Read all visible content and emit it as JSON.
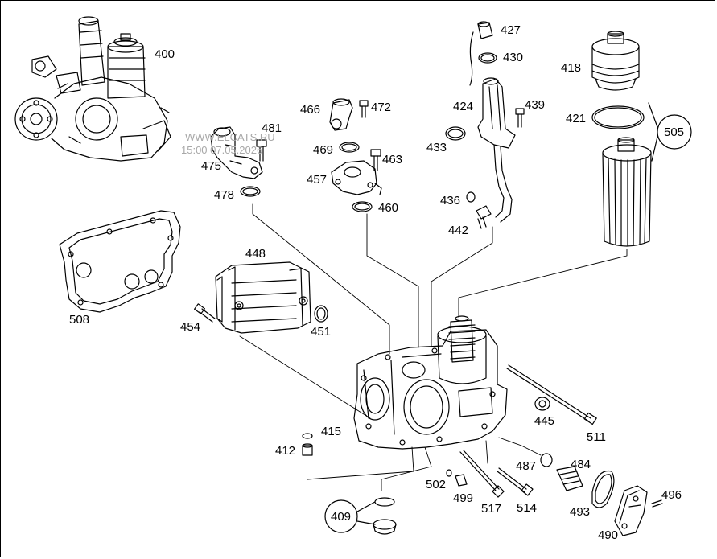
{
  "watermark": {
    "site": "WWW.ELCATS.RU",
    "date": "15:00 07.05.2026"
  },
  "callouts": {
    "400": "400",
    "427": "427",
    "430": "430",
    "418": "418",
    "424": "424",
    "439": "439",
    "421": "421",
    "505": "505",
    "466": "466",
    "472": "472",
    "433": "433",
    "481": "481",
    "469": "469",
    "463": "463",
    "475": "475",
    "457": "457",
    "436": "436",
    "478": "478",
    "460": "460",
    "442": "442",
    "448": "448",
    "508": "508",
    "454": "454",
    "451": "451",
    "445": "445",
    "511": "511",
    "415": "415",
    "412": "412",
    "487": "487",
    "484": "484",
    "502": "502",
    "496": "496",
    "499": "499",
    "517": "517",
    "514": "514",
    "493": "493",
    "409": "409",
    "490": "490"
  },
  "colors": {
    "line": "#000000",
    "watermark": "#a8a8a8",
    "background": "#ffffff"
  }
}
